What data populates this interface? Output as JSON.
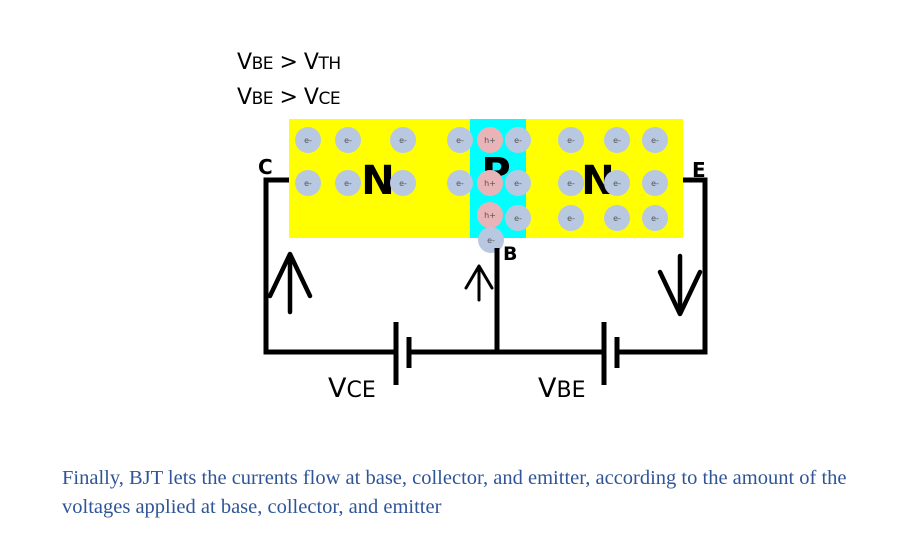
{
  "conditions": [
    {
      "left_main": "V",
      "left_sub": "BE",
      "op": " > ",
      "right_main": "V",
      "right_sub": "TH"
    },
    {
      "left_main": "V",
      "left_sub": "BE",
      "op": " > ",
      "right_main": "V",
      "right_sub": "CE"
    }
  ],
  "regions": {
    "left": "N",
    "middle": "P",
    "right": "N"
  },
  "terminals": {
    "collector": "C",
    "base": "B",
    "emitter": "E"
  },
  "carriers": {
    "electron": "e-",
    "hole": "h+"
  },
  "batteries": {
    "vce": {
      "main": "V",
      "sub": "CE"
    },
    "vbe": {
      "main": "V",
      "sub": "BE"
    }
  },
  "caption": "Finally, BJT lets the currents flow at base, collector, and emitter, according to the amount of the voltages applied at base, collector, and emitter",
  "colors": {
    "n_region": "#ffff00",
    "p_region": "#00ffff",
    "electron": "#b8c8e0",
    "hole": "#e8b4b8",
    "caption": "#2f5597"
  }
}
